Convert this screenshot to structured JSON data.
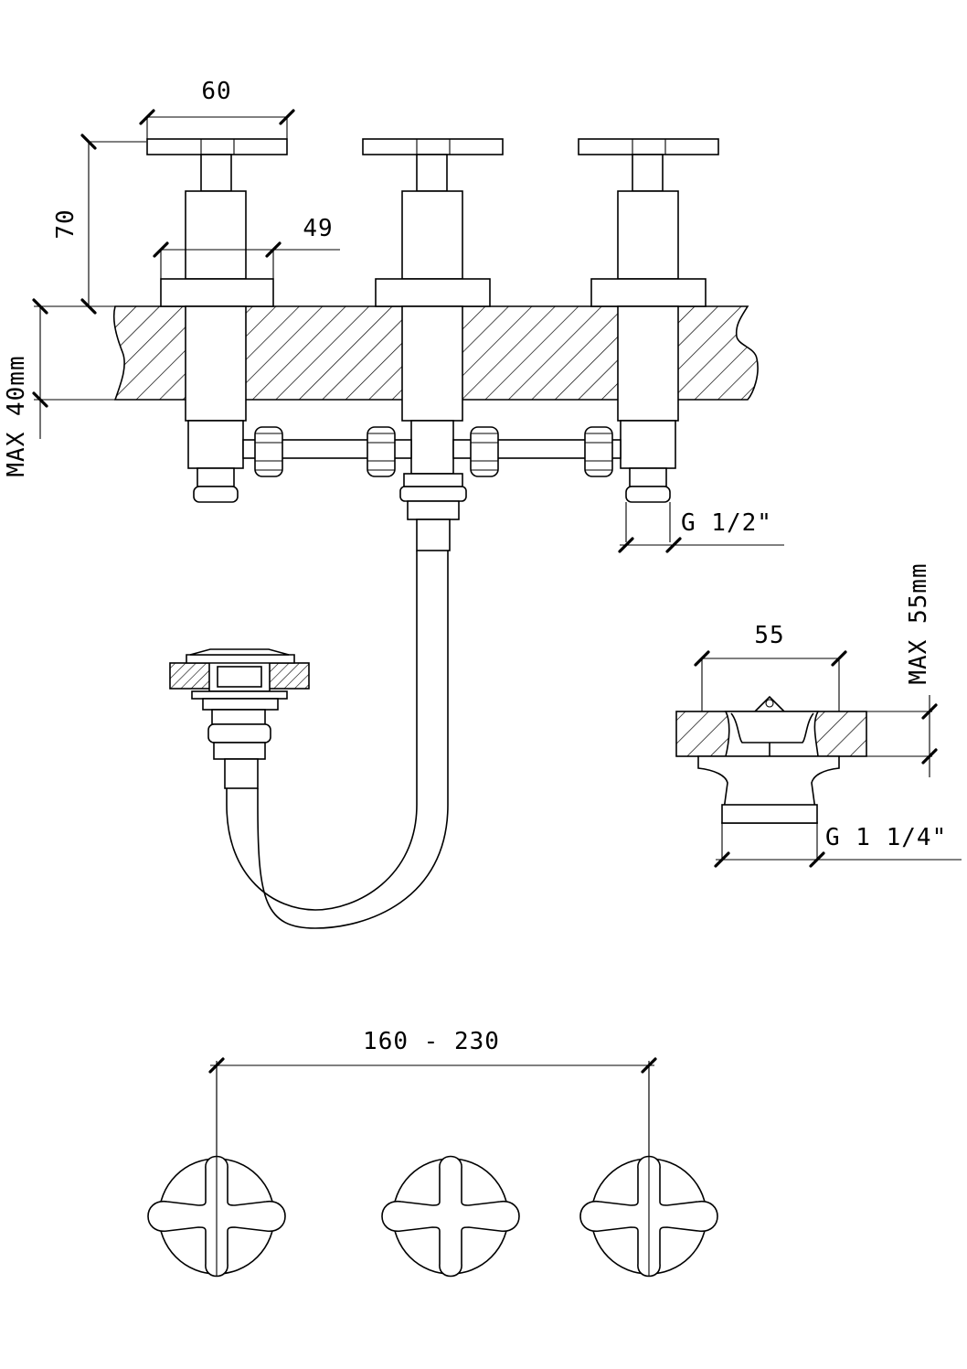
{
  "dimensions": {
    "handle_width": "60",
    "handle_height": "70",
    "flange_width": "49",
    "max_thickness_basin": "MAX 40mm",
    "thread_inlet": "G 1/2\"",
    "waste_width": "55",
    "max_thickness_waste": "MAX 55mm",
    "thread_waste": "G 1 1/4\"",
    "spacing_range": "160 - 230"
  },
  "colors": {
    "line": "#000000",
    "background": "#ffffff"
  }
}
